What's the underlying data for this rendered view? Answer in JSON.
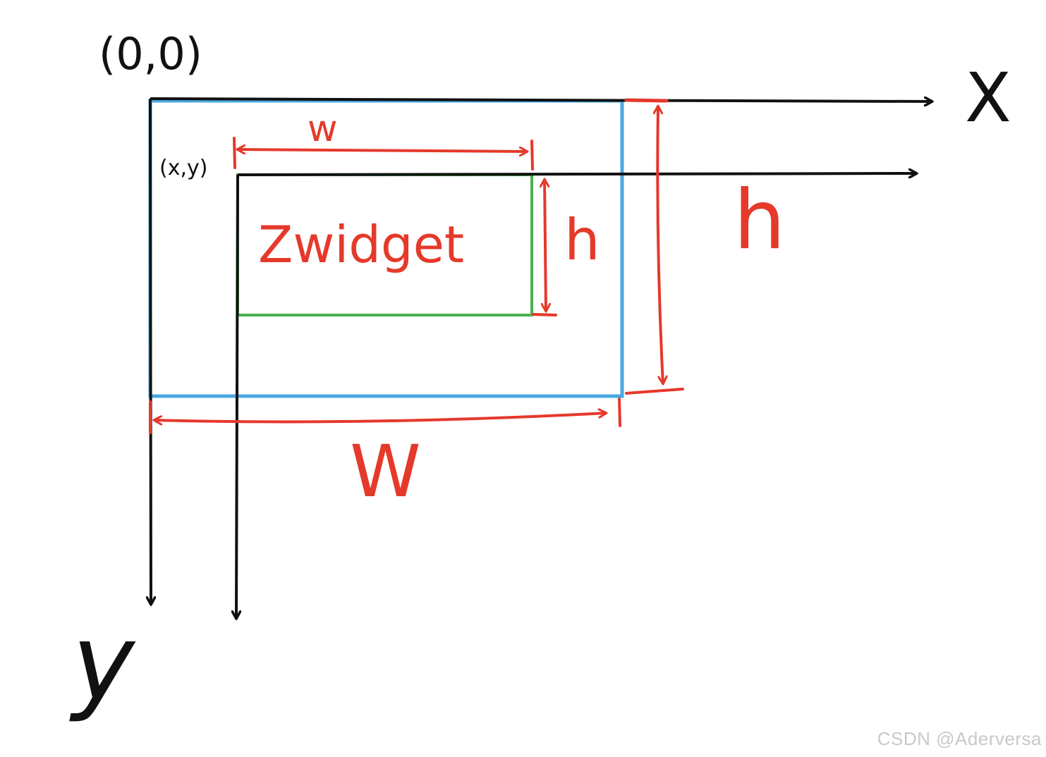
{
  "labels": {
    "origin": "(0,0)",
    "x_axis": "X",
    "y_axis": "y",
    "widget_position": "(x,y)",
    "widget_name": "Zwidget",
    "widget_width": "w",
    "widget_height": "h",
    "parent_width": "W",
    "parent_height": "h"
  },
  "watermark": "CSDN @Aderversa",
  "colors": {
    "axis": "#111111",
    "parent_rect": "#4aa8e0",
    "widget_rect": "#4caf50",
    "dimension": "#e5392b"
  }
}
